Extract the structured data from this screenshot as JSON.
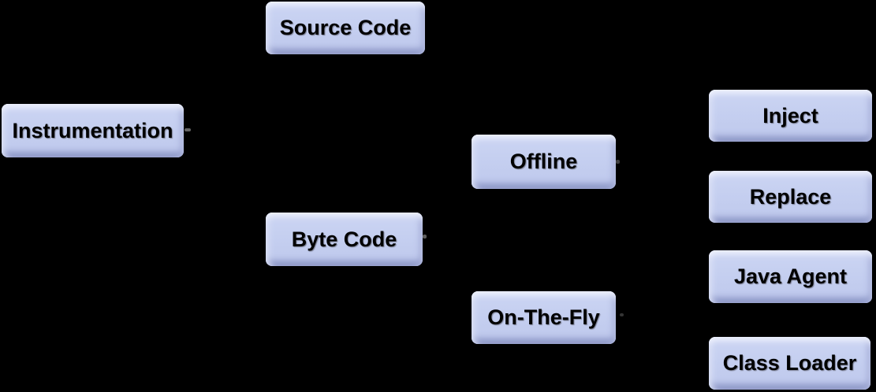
{
  "diagram": {
    "background_color": "#000000",
    "node_fill_color": "#c5cff0",
    "node_highlight_color": "#eef1fc",
    "node_shade_color": "#8f99c8",
    "node_text_color": "#000000",
    "stub_color": "#777777",
    "nodes": [
      {
        "id": "instrumentation",
        "label": "Instrumentation"
      },
      {
        "id": "source-code",
        "label": "Source Code"
      },
      {
        "id": "byte-code",
        "label": "Byte Code"
      },
      {
        "id": "offline",
        "label": "Offline"
      },
      {
        "id": "on-the-fly",
        "label": "On-The-Fly"
      },
      {
        "id": "inject",
        "label": "Inject"
      },
      {
        "id": "replace",
        "label": "Replace"
      },
      {
        "id": "java-agent",
        "label": "Java Agent"
      },
      {
        "id": "class-loader",
        "label": "Class Loader"
      }
    ],
    "edges": [
      {
        "from": "instrumentation",
        "to": "source-code"
      },
      {
        "from": "instrumentation",
        "to": "byte-code"
      },
      {
        "from": "byte-code",
        "to": "offline"
      },
      {
        "from": "byte-code",
        "to": "on-the-fly"
      },
      {
        "from": "offline",
        "to": "inject"
      },
      {
        "from": "offline",
        "to": "replace"
      },
      {
        "from": "on-the-fly",
        "to": "java-agent"
      },
      {
        "from": "on-the-fly",
        "to": "class-loader"
      }
    ]
  }
}
